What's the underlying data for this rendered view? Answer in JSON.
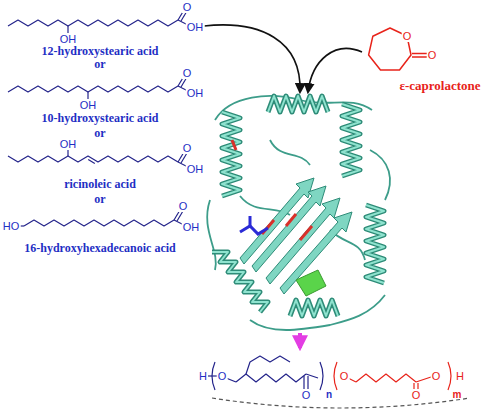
{
  "diagram": {
    "labels": [
      "O",
      "OH",
      "OH",
      "12-hydroxystearic acid",
      "or",
      "O",
      "OH",
      "OH",
      "10-hydroxystearic acid",
      "or",
      "OH",
      "O",
      "OH",
      "ricinoleic acid",
      "or",
      "HO",
      "O",
      "OH",
      "16-hydroxyhexadecanoic acid",
      "O",
      "O",
      "ε-caprolactone",
      "H",
      "O",
      "O",
      "n",
      "O",
      "O",
      "O",
      "H",
      "m"
    ]
  }
}
